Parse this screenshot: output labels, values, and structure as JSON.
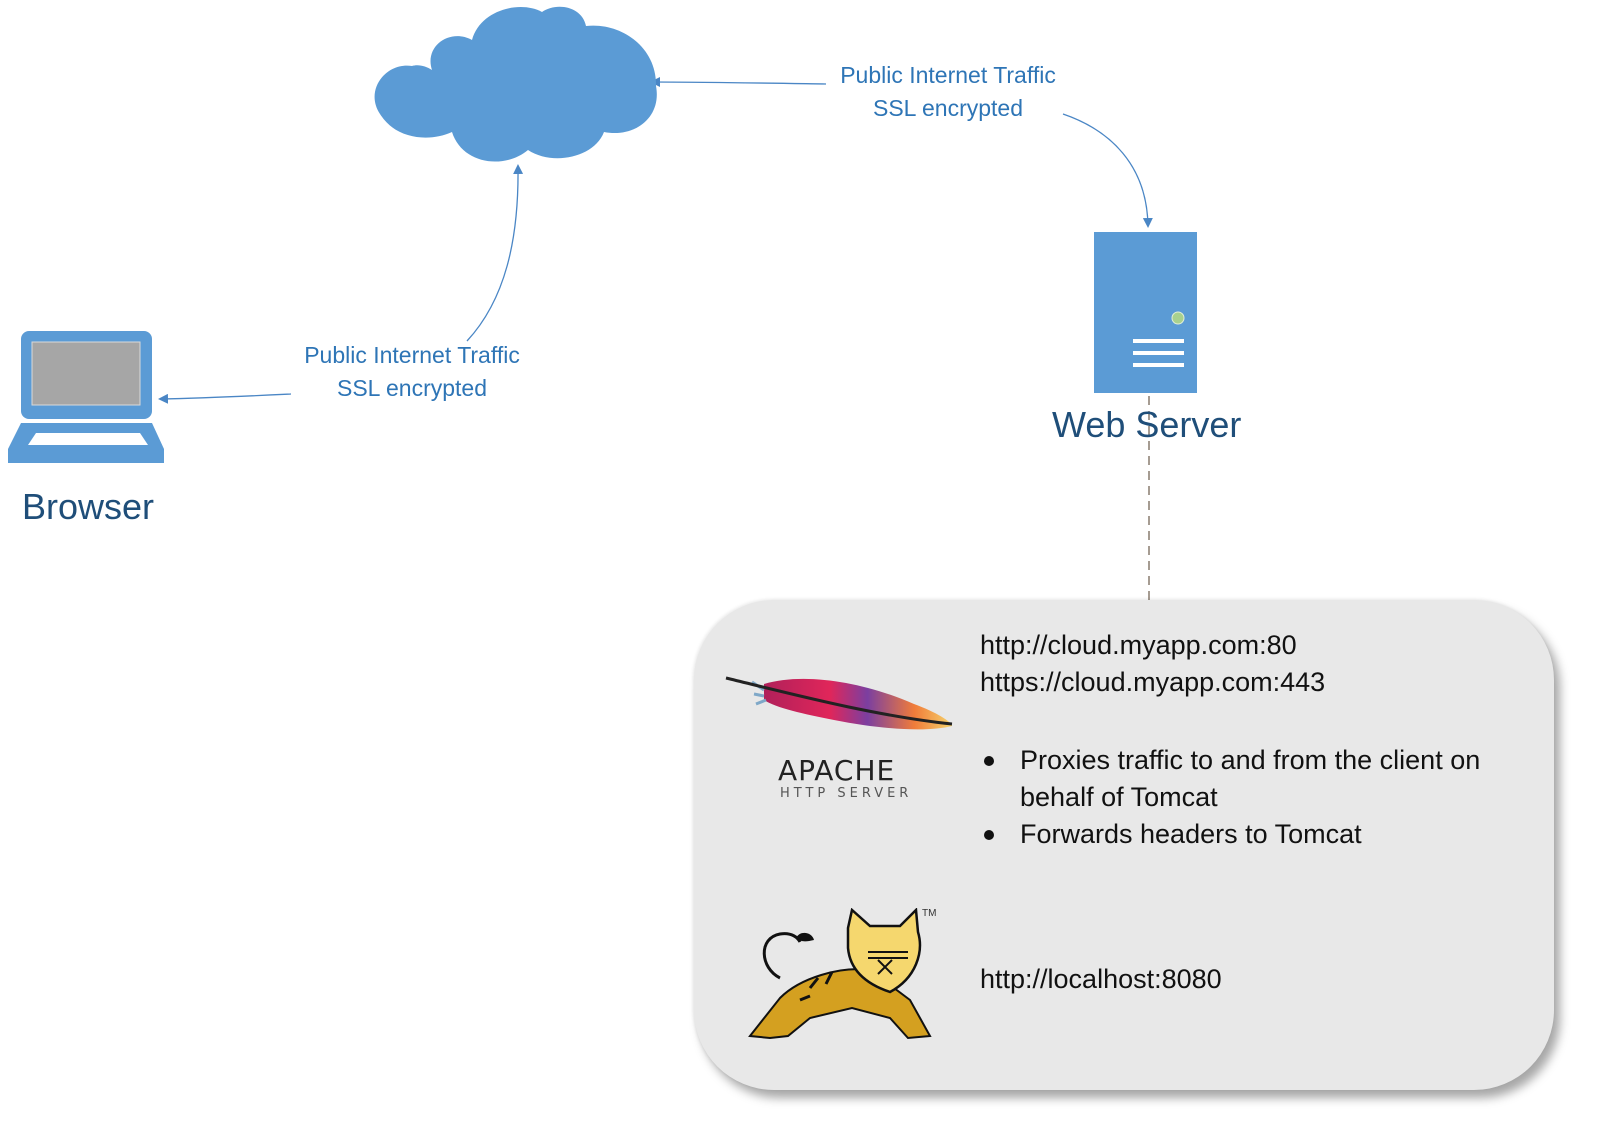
{
  "diagram": {
    "type": "network-architecture",
    "colors": {
      "icon_blue": "#5b9bd5",
      "label_blue": "#2e75b6",
      "title_navy": "#1f4e79",
      "panel_gray": "#e8e8e8",
      "server_led": "#a9d18e",
      "screen_gray": "#a6a6a6"
    },
    "nodes": {
      "cloud": {
        "icon": "cloud-icon",
        "label": ""
      },
      "browser": {
        "icon": "laptop-icon",
        "label": "Browser"
      },
      "web_server": {
        "icon": "server-icon",
        "label": "Web Server"
      }
    },
    "edges": [
      {
        "from": "web_server",
        "to": "cloud",
        "line1": "Public Internet Traffic",
        "line2": "SSL encrypted"
      },
      {
        "from": "cloud",
        "to": "browser",
        "line1": "Public Internet Traffic",
        "line2": "SSL encrypted"
      }
    ],
    "panel": {
      "apache": {
        "logo_word": "APACHE",
        "logo_sub": "HTTP SERVER",
        "urls": [
          "http://cloud.myapp.com:80",
          "https://cloud.myapp.com:443"
        ],
        "bullets": [
          "Proxies traffic to and from the client on behalf of Tomcat",
          "Forwards headers to Tomcat"
        ]
      },
      "tomcat": {
        "logo_tm": "TM",
        "url": "http://localhost:8080"
      }
    }
  }
}
